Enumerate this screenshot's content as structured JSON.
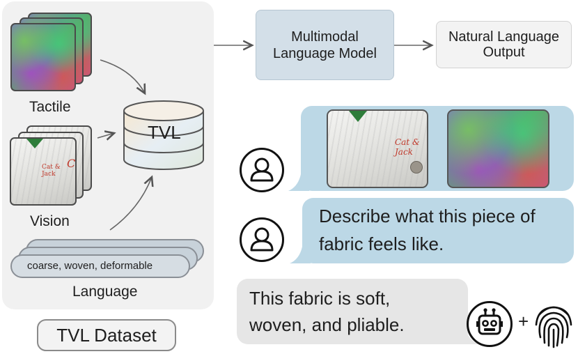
{
  "dataset": {
    "tactile_label": "Tactile",
    "vision_label": "Vision",
    "language_label": "Language",
    "language_sample": "coarse, woven, deformable",
    "db_label": "TVL",
    "caption": "TVL Dataset",
    "vision_tag_1": "Cat & Jack",
    "vision_tag_2": "Co"
  },
  "pipeline": {
    "model_line1": "Multimodal",
    "model_line2": "Language Model",
    "output_line1": "Natural Language",
    "output_line2": "Output"
  },
  "chat": {
    "prompt_line1": "Describe what this piece of",
    "prompt_line2": "fabric feels like.",
    "image_tag": "Cat & Jack",
    "response_line1": "This fabric is soft,",
    "response_line2": "woven, and pliable.",
    "plus": "+"
  },
  "icons": [
    "database-icon",
    "user-icon",
    "robot-icon",
    "fingerprint-icon",
    "arrow-icon"
  ],
  "colors": {
    "panel": "#f1f1f1",
    "model_box": "#d3dfe8",
    "user_bubble": "#bcd8e6",
    "response_bubble": "#e6e6e6"
  }
}
